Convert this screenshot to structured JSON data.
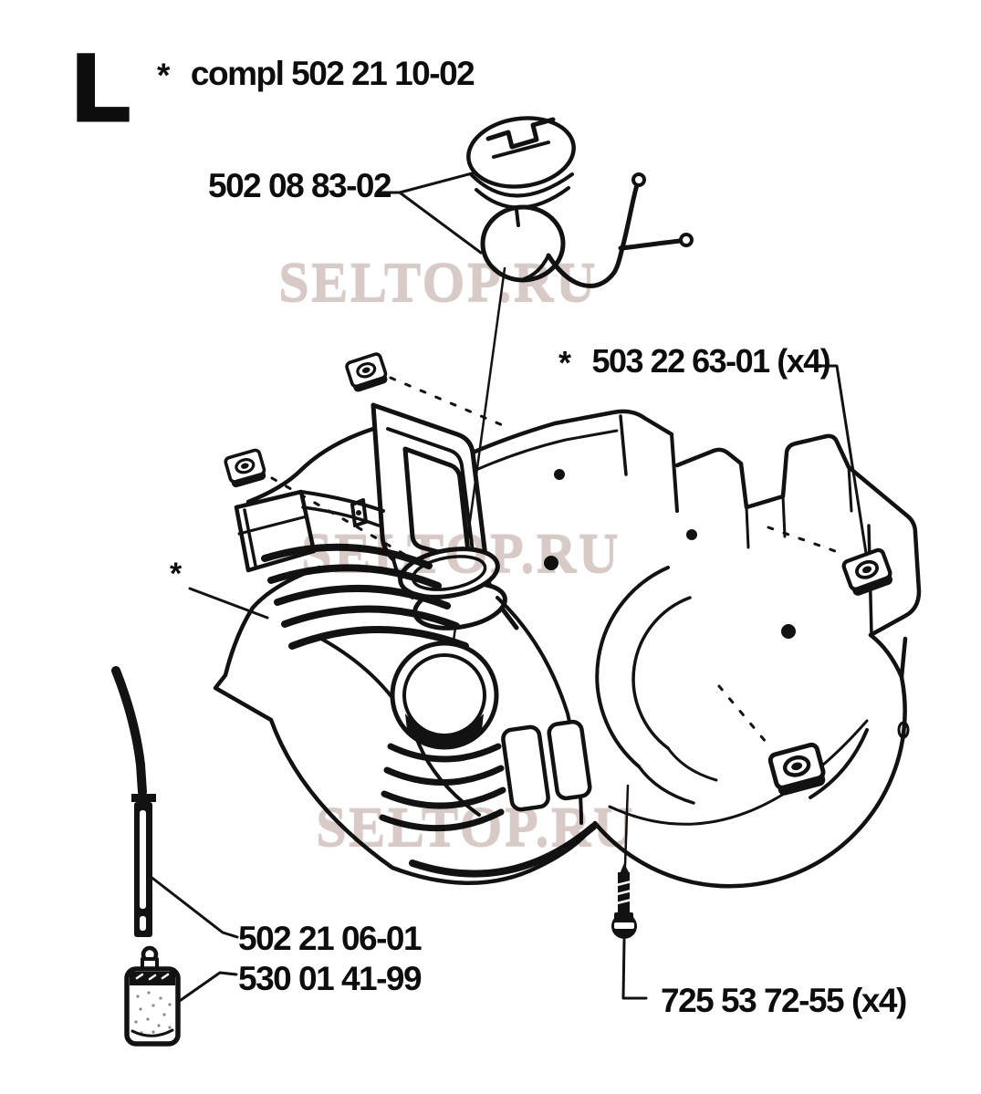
{
  "page": {
    "section_letter": "L",
    "background_color": "#ffffff",
    "line_color": "#121212"
  },
  "watermark": {
    "text": "SELTOP.RU",
    "color": "#d8cbc7",
    "instances": 3
  },
  "part_labels": {
    "assembly_complete": {
      "marker": "*",
      "text": "compl 502 21 10-02"
    },
    "fuel_cap": {
      "text": "502 08 83-02"
    },
    "clip_nut": {
      "marker": "*",
      "text": "503 22 63-01 (x4)"
    },
    "fuel_tank_marker": "*",
    "fuel_line": {
      "text": "502 21 06-01"
    },
    "fuel_filter": {
      "text": "530 01 41-99"
    },
    "screw": {
      "text": "725 53 72-55",
      "quantity": "(x4)"
    }
  }
}
